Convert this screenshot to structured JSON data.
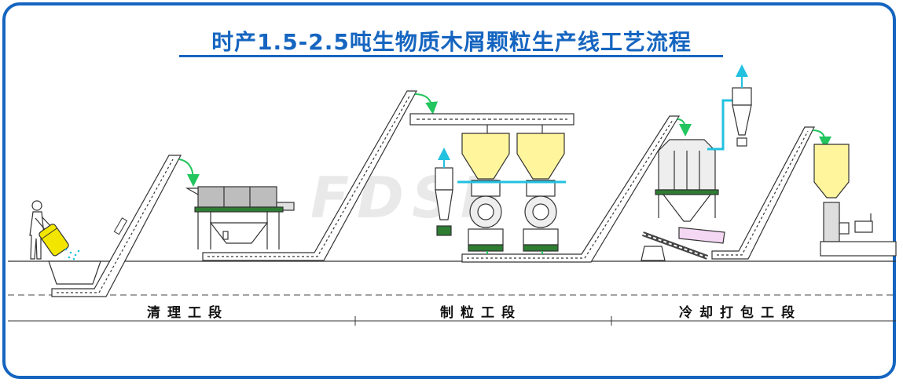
{
  "title": "时产1.5-2.5吨生物质木屑颗粒生产线工艺流程",
  "watermark": "FDSP",
  "stages": [
    {
      "label": "清理工段"
    },
    {
      "label": "制粒工段"
    },
    {
      "label": "冷却打包工段"
    }
  ],
  "colors": {
    "frame": "#1565c0",
    "arrow": "#22c55e",
    "pipe": "#22c1e0",
    "bin": "#fff59d",
    "bag": "#f2e600"
  }
}
